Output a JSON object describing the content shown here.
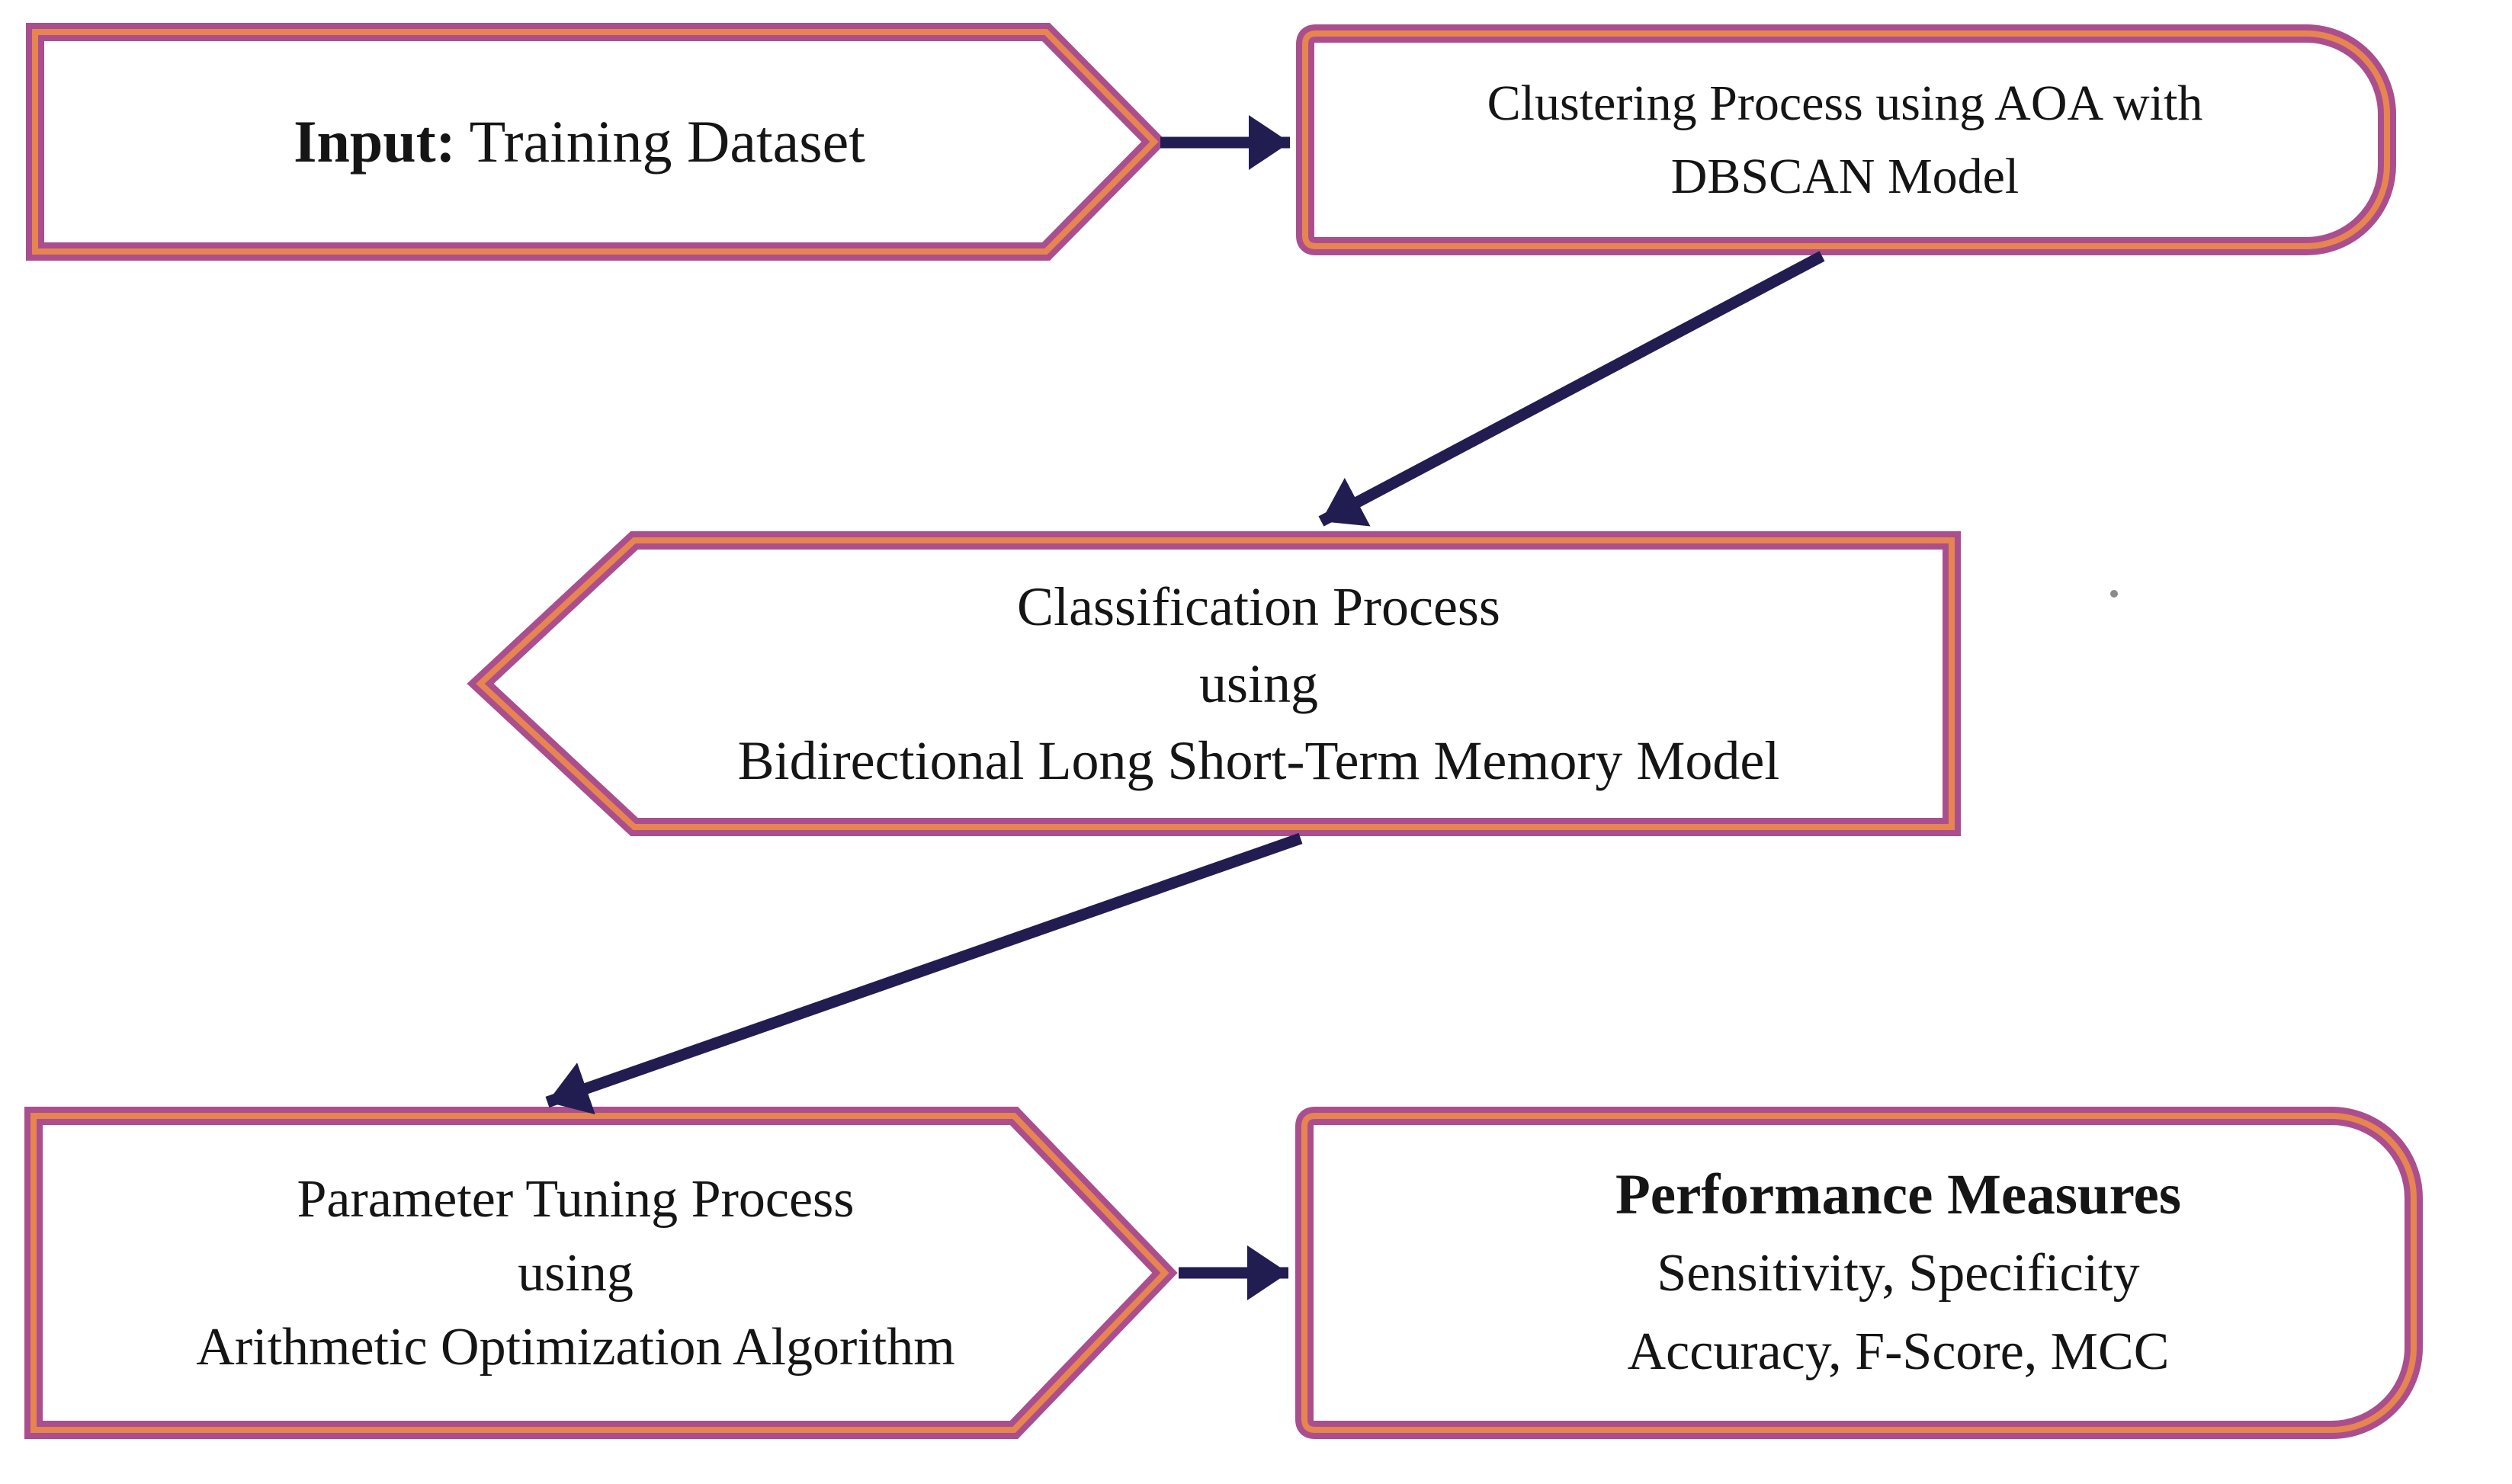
{
  "colors": {
    "border_outer": "#ab4e8e",
    "border_inner": "#e6854f",
    "arrow": "#211d51",
    "text": "#151515",
    "background": "#ffffff",
    "speck": "#8a8a8a"
  },
  "icons": {
    "arrowhead": "filled-triangle"
  },
  "nodes": {
    "input": {
      "label_bold": "Input:",
      "label_rest": " Training Dataset"
    },
    "clustering": {
      "lines": [
        "Clustering Process using AOA with",
        "DBSCAN Model"
      ]
    },
    "classification": {
      "lines": [
        "Classification Process",
        "using",
        "Bidirectional Long Short-Term Memory Model"
      ]
    },
    "tuning": {
      "lines": [
        "Parameter Tuning Process",
        "using",
        "Arithmetic Optimization Algorithm"
      ]
    },
    "performance": {
      "heading": "Performance Measures",
      "lines": [
        "Sensitivity, Specificity",
        "Accuracy, F-Score, MCC"
      ]
    }
  }
}
